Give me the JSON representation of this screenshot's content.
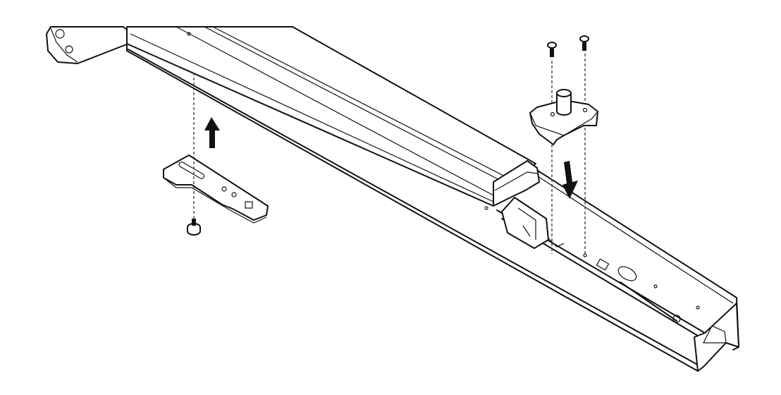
{
  "diagram": {
    "kind": "assembly-instruction-line-drawing",
    "parts": [
      "exit-device-rail",
      "end-cap",
      "mounting-plate",
      "plate-screw",
      "hinge-bracket",
      "bracket-screws"
    ],
    "arrows": [
      "up",
      "down"
    ],
    "colors": {
      "line": "#111111",
      "background": "#ffffff"
    }
  }
}
